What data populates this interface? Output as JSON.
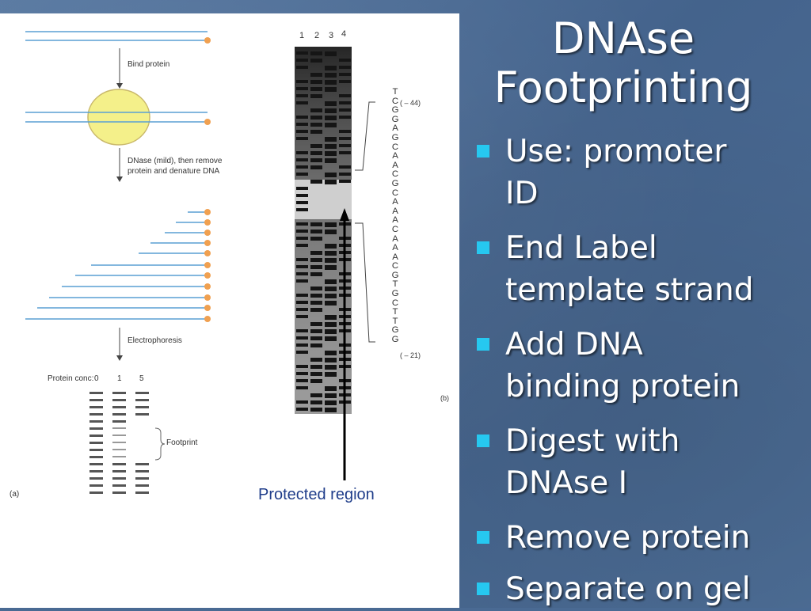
{
  "slide": {
    "title_line1": "DNAse",
    "title_line2": "Footprinting",
    "bullets": [
      {
        "line1": "Use: promoter",
        "line2": "ID"
      },
      {
        "line1": "End Label",
        "line2": "template strand"
      },
      {
        "line1": "Add DNA",
        "line2": "binding protein"
      },
      {
        "line1": "Digest with",
        "line2": "DNAse I"
      },
      {
        "line1": "Remove protein",
        "line2": ""
      },
      {
        "line1": "Separate on gel",
        "line2": ""
      }
    ],
    "bullet_color": "#26c8f0",
    "background_color": "#4a6a93"
  },
  "figure": {
    "panel_a": {
      "step1": "Bind protein",
      "step2_line1": "DNase (mild), then remove",
      "step2_line2": "protein and denature DNA",
      "step3": "Electrophoresis",
      "protein_conc_label": "Protein conc:",
      "conc_values": [
        "0",
        "1",
        "5"
      ],
      "footprint_label": "Footprint",
      "panel_label": "(a)"
    },
    "panel_b": {
      "lane_numbers": [
        "1",
        "2",
        "3",
        "4"
      ],
      "sequence": [
        "T",
        "C",
        "G",
        "G",
        "A",
        "G",
        "C",
        "A",
        "A",
        "C",
        "G",
        "C",
        "A",
        "A",
        "A",
        "C",
        "A",
        "A",
        "A",
        "C",
        "G",
        "T",
        "G",
        "C",
        "T",
        "T",
        "G",
        "G"
      ],
      "marker_top": "( – 44)",
      "marker_bottom": "( – 21)",
      "panel_label": "(b)"
    },
    "caption": "Protected region"
  }
}
